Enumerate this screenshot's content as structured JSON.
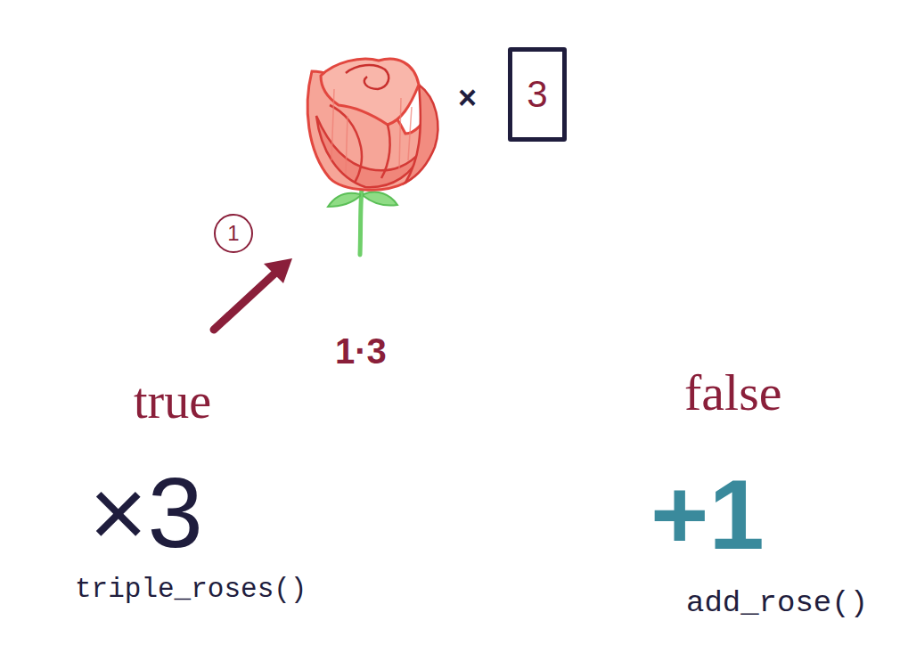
{
  "diagram": {
    "nodes": [
      {
        "text": [
          "3"
        ]
      },
      {
        "text": [
          "1"
        ]
      }
    ],
    "labels": [
      "×",
      "1·3",
      "true",
      "false",
      "×3",
      "triple_roses()",
      "+1",
      "add_rose()"
    ]
  }
}
